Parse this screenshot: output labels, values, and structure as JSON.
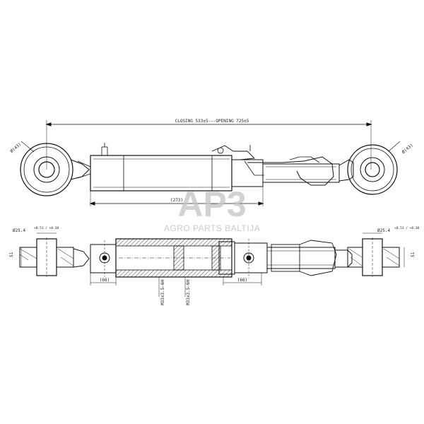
{
  "top_view": {
    "overall_dimension": "CLOSING 533±5---OPENING 725±5",
    "left_ball_label": "Ø(43)",
    "right_ball_label": "Ø(43)",
    "body_length": "(273)"
  },
  "bottom_view": {
    "left_bore": "Ø25.4",
    "left_bore_tol": "+0.51 / +0.30",
    "left_width": "51",
    "right_bore": "Ø25.4",
    "right_bore_tol": "+0.51 / +0.30",
    "right_width": "51",
    "left_dim": "(66)",
    "right_dim": "(66)",
    "thread_left": "M33x3.5-6H",
    "thread_right": "M33x3.5-6H"
  },
  "watermark": {
    "logo_text": "AP3",
    "caption": "AGRO PARTS BALTIJA",
    "color": "#c4c4c4"
  }
}
